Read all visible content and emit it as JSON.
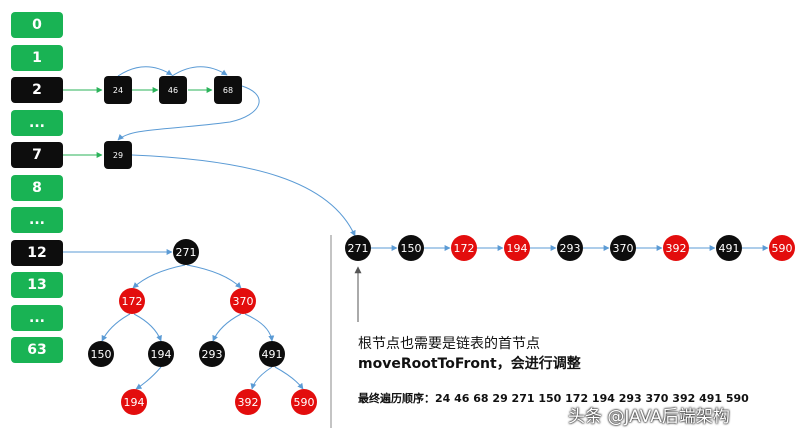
{
  "colors": {
    "green": "#19b354",
    "black": "#0d0d0d",
    "red": "#e30d0d",
    "arrow": "#5b9bd5",
    "pointer_arrow": "#2bb35a"
  },
  "buckets": [
    {
      "label": "0",
      "color": "green"
    },
    {
      "label": "1",
      "color": "green"
    },
    {
      "label": "2",
      "color": "black"
    },
    {
      "label": "...",
      "color": "green"
    },
    {
      "label": "7",
      "color": "black"
    },
    {
      "label": "8",
      "color": "green"
    },
    {
      "label": "...",
      "color": "green"
    },
    {
      "label": "12",
      "color": "black"
    },
    {
      "label": "13",
      "color": "green"
    },
    {
      "label": "...",
      "color": "green"
    },
    {
      "label": "63",
      "color": "green"
    }
  ],
  "linked_list": [
    "24",
    "46",
    "68",
    "29"
  ],
  "tree": {
    "root": "271",
    "level1": [
      {
        "label": "172",
        "color": "red"
      },
      {
        "label": "370",
        "color": "red"
      }
    ],
    "level2": [
      {
        "label": "150",
        "color": "black"
      },
      {
        "label": "194",
        "color": "black"
      },
      {
        "label": "293",
        "color": "black"
      },
      {
        "label": "491",
        "color": "black"
      }
    ],
    "level3": [
      {
        "label": "194",
        "color": "red"
      },
      {
        "label": "392",
        "color": "red"
      },
      {
        "label": "590",
        "color": "red"
      }
    ]
  },
  "chain": [
    {
      "label": "271",
      "color": "black"
    },
    {
      "label": "150",
      "color": "black"
    },
    {
      "label": "172",
      "color": "red"
    },
    {
      "label": "194",
      "color": "red"
    },
    {
      "label": "293",
      "color": "black"
    },
    {
      "label": "370",
      "color": "black"
    },
    {
      "label": "392",
      "color": "red"
    },
    {
      "label": "491",
      "color": "black"
    },
    {
      "label": "590",
      "color": "red"
    }
  ],
  "notes": {
    "line1": "根节点也需要是链表的首节点",
    "line2": "moveRootToFront，会进行调整",
    "sequence": "最终遍历顺序：24 46 68 29 271 150 172 194 293 370 392 491 590"
  },
  "watermark": "头条 @JAVA后端架构"
}
